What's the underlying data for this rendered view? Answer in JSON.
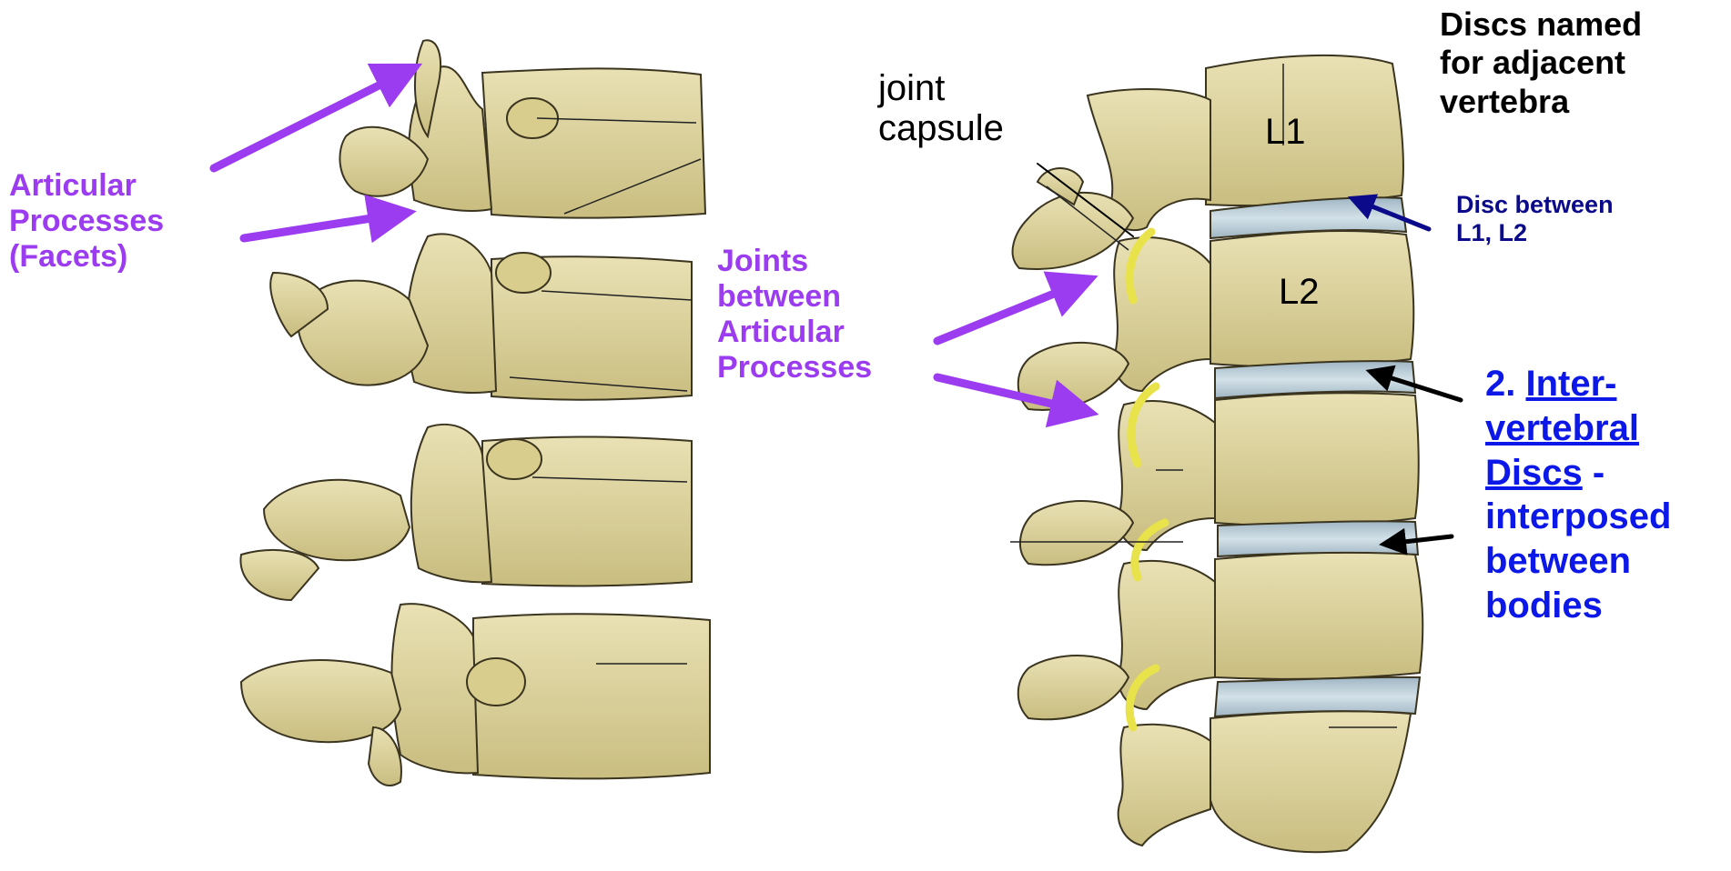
{
  "left_labels": {
    "articular_1": "Articular",
    "articular_2": "Processes",
    "articular_3": "(Facets)"
  },
  "middle_labels": {
    "joints_1": "Joints",
    "joints_2": "between",
    "joints_3": "Articular",
    "joints_4": "Processes"
  },
  "right_labels": {
    "capsule_1": "joint",
    "capsule_2": "capsule",
    "vertebra_l1": "L1",
    "vertebra_l2": "L2",
    "discs_named_1": "Discs named",
    "discs_named_2": "for adjacent",
    "discs_named_3": "vertebra",
    "disc_between_1": "Disc between",
    "disc_between_2": "L1, L2",
    "iv_number": "2.",
    "iv_1": "Inter-",
    "iv_2": "vertebral",
    "iv_3": "Discs",
    "iv_dash": "-",
    "iv_4": "interposed",
    "iv_5": "between",
    "iv_6": "bodies"
  },
  "colors": {
    "purple_label": "#9b3cf0",
    "navy_label": "#0a0a8a",
    "blue_label": "#0b18e8",
    "bone": "#dcd29a",
    "disc": "#b7cbd6",
    "capsule": "#e8e34a"
  }
}
